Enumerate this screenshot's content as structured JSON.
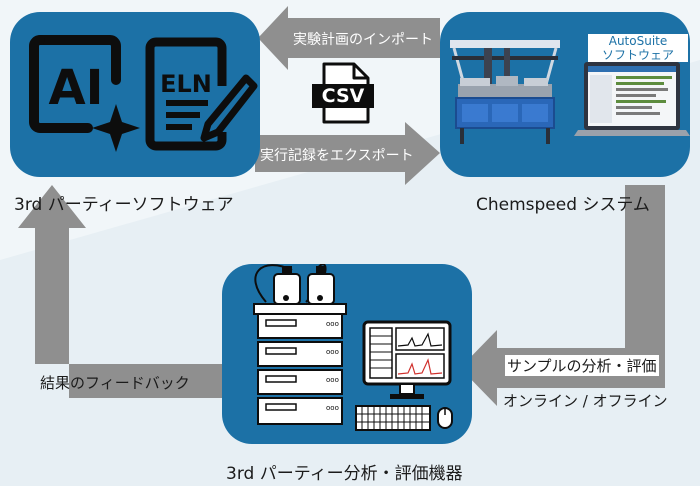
{
  "colors": {
    "box": "#1c71a6",
    "arrow": "#8f8f8f",
    "background": "#f1f6f9",
    "text": "#1b1b1b",
    "accent_red": "#d0312d"
  },
  "software_box": {
    "caption": "3rd パーティーソフトウェア",
    "icons": [
      "ai-sparkle-icon",
      "eln-document-pencil-icon"
    ],
    "ai_label": "AI",
    "eln_label": "ELN"
  },
  "file_icon": {
    "label": "CSV",
    "icon": "csv-file-icon"
  },
  "chemspeed_box": {
    "caption": "Chemspeed システム",
    "software_label_line1": "AutoSuite",
    "software_label_line2": "ソフトウェア",
    "icons": [
      "robot-platform-icon",
      "laptop-icon"
    ]
  },
  "instrument_box": {
    "caption": "3rd パーティー分析・評価機器",
    "icons": [
      "hplc-stack-icon",
      "monitor-chart-icon",
      "keyboard-icon",
      "mouse-icon"
    ]
  },
  "arrows": {
    "import_label": "実験計画のインポート",
    "export_label": "実行記録をエクスポート",
    "analysis_line1": "サンプルの分析・評価",
    "analysis_line2": "オンライン / オフライン",
    "feedback_label": "結果のフィードバック"
  }
}
